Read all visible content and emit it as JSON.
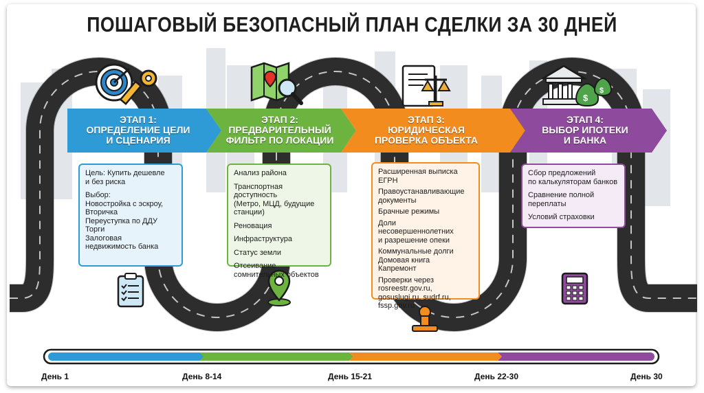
{
  "title": "ПОШАГОВЫЙ БЕЗОПАСНЫЙ ПЛАН СДЕЛКИ ЗА 30 ДНЕЙ",
  "colors": {
    "stage1": "#2e9bd6",
    "stage2": "#6cb33f",
    "stage3": "#f28c1f",
    "stage4": "#8e4a9c",
    "road": "#3a3a3a",
    "city": "#dfe3e6"
  },
  "stages": [
    {
      "head_lines": [
        "ЭТАП 1:",
        "ОПРЕДЕЛЕНИЕ ЦЕЛИ",
        "И СЦЕНАРИЯ"
      ],
      "icon": "target-key-icon",
      "bottom_icon": "clipboard-icon",
      "groups": [
        [
          "Цель: Купить дешевле",
          "и без риска"
        ],
        [
          "Выбор:",
          "Новостройка с эскроу,",
          "Вторичка",
          "Переуступка по ДДУ",
          "Торги",
          "Залоговая",
          "недвижимость банка"
        ]
      ]
    },
    {
      "head_lines": [
        "ЭТАП 2:",
        "ПРЕДВАРИТЕЛЬНЫЙ",
        "ФИЛЬТР ПО ЛОКАЦИИ"
      ],
      "icon": "map-magnifier-icon",
      "bottom_icon": "location-pin-icon",
      "groups": [
        [
          "Анализ района"
        ],
        [
          "Транспортная доступность",
          "(Метро, МЦД, будущие",
          "станции)"
        ],
        [
          "Реновация"
        ],
        [
          "Инфраструктура"
        ],
        [
          "Статус земли"
        ],
        [
          "Отсеивание",
          "сомнительных объектов"
        ]
      ]
    },
    {
      "head_lines": [
        "ЭТАП 3:",
        "ЮРИДИЧЕСКАЯ",
        "ПРОВЕРКА ОБЪЕКТА"
      ],
      "icon": "document-scales-icon",
      "bottom_icon": "stamp-icon",
      "groups": [
        [
          "Расширенная выписка ЕГРН"
        ],
        [
          "Правоустанавливающие",
          "документы"
        ],
        [
          "Брачные режимы"
        ],
        [
          "Доли несовершеннолетних",
          "и разрешение опеки"
        ],
        [
          "Коммунальные долги",
          "Домовая книга",
          "Капремонт"
        ],
        [
          "Проверки через",
          "rosreestr.gov.ru,",
          "gosuslugi.ru, sudrf.ru,",
          "fssp.gov.ru"
        ]
      ]
    },
    {
      "head_lines": [
        "ЭТАП 4:",
        "ВЫБОР ИПОТЕКИ",
        "И БАНКА"
      ],
      "icon": "bank-money-icon",
      "bottom_icon": "calculator-icon",
      "groups": [
        [
          "Сбор предложений",
          "по калькуляторам банков"
        ],
        [
          "Сравнение полной",
          "переплаты"
        ],
        [
          "Условий страховки"
        ]
      ]
    }
  ],
  "timeline": {
    "labels": [
      "День 1",
      "День 8-14",
      "День 15-21",
      "День 22-30",
      "День 30"
    ]
  }
}
